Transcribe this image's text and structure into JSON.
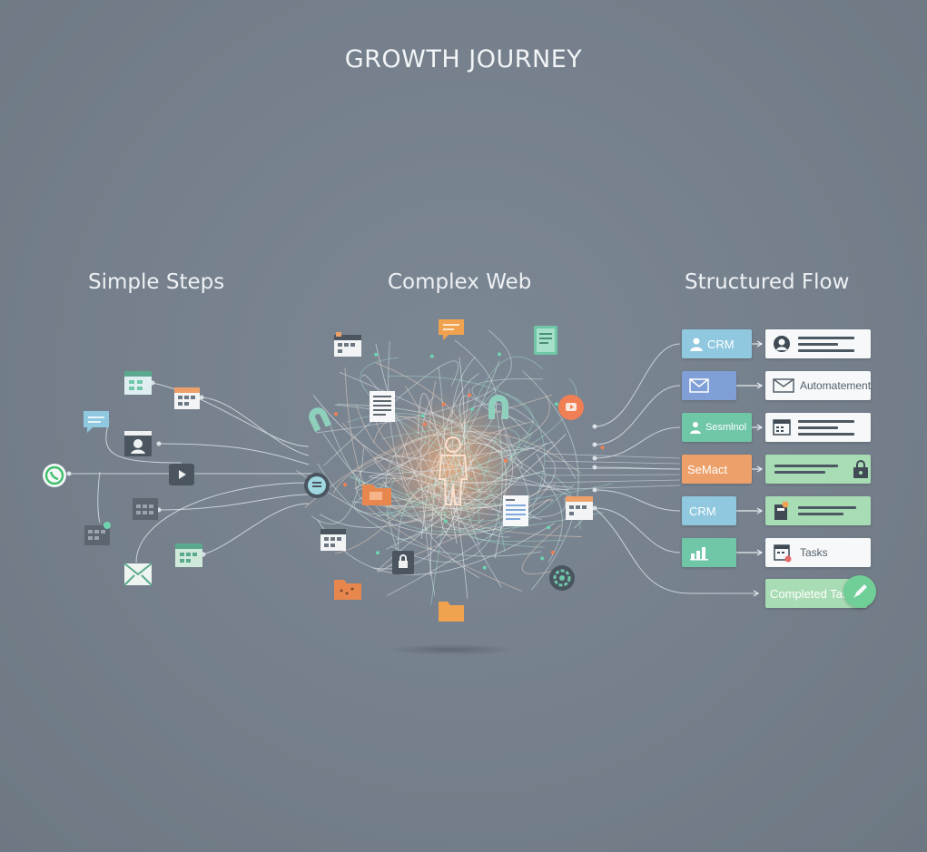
{
  "title": "GROWTH JOURNEY",
  "sections": {
    "simple": "Simple Steps",
    "complex": "Complex Web",
    "structured": "Structured Flow"
  },
  "flow": {
    "chips": [
      {
        "label": "CRM",
        "color": "#8fc8df"
      },
      {
        "label": "",
        "color": "#7f9fd6"
      },
      {
        "label": "Sesmlnol",
        "color": "#6fc7a8"
      },
      {
        "label": "SeMact",
        "color": "#eda06a"
      },
      {
        "label": "CRM",
        "color": "#8fc8df"
      },
      {
        "label": "",
        "color": "#6fc7a8"
      }
    ],
    "cards": [
      {
        "label": "",
        "style": "white"
      },
      {
        "label": "Automatement",
        "style": "white"
      },
      {
        "label": "",
        "style": "white"
      },
      {
        "label": "",
        "style": "green"
      },
      {
        "label": "",
        "style": "green"
      },
      {
        "label": "Tasks",
        "style": "white"
      }
    ],
    "completed": "Completed Tasks"
  },
  "colors": {
    "background": "#75808c",
    "accent_orange": "#eda06a",
    "accent_green": "#6fc7a8",
    "accent_blue": "#7f9fd6"
  },
  "icons": {
    "simple": [
      "chat-bubble-icon",
      "whatsapp-icon",
      "browser-window-icon",
      "calendar-icon",
      "user-card-icon",
      "video-icon",
      "calendar-icon",
      "calendar-icon",
      "mail-icon",
      "calendar-icon"
    ],
    "complex": [
      "calendar-icon",
      "chat-icon",
      "document-icon",
      "magnet-icon",
      "document-icon",
      "magnet-icon",
      "play-icon",
      "contact-icon",
      "person-icon",
      "folder-icon",
      "document-icon",
      "calendar-icon",
      "calendar-icon",
      "lock-icon",
      "folder-icon",
      "gear-icon",
      "folder-icon"
    ]
  }
}
